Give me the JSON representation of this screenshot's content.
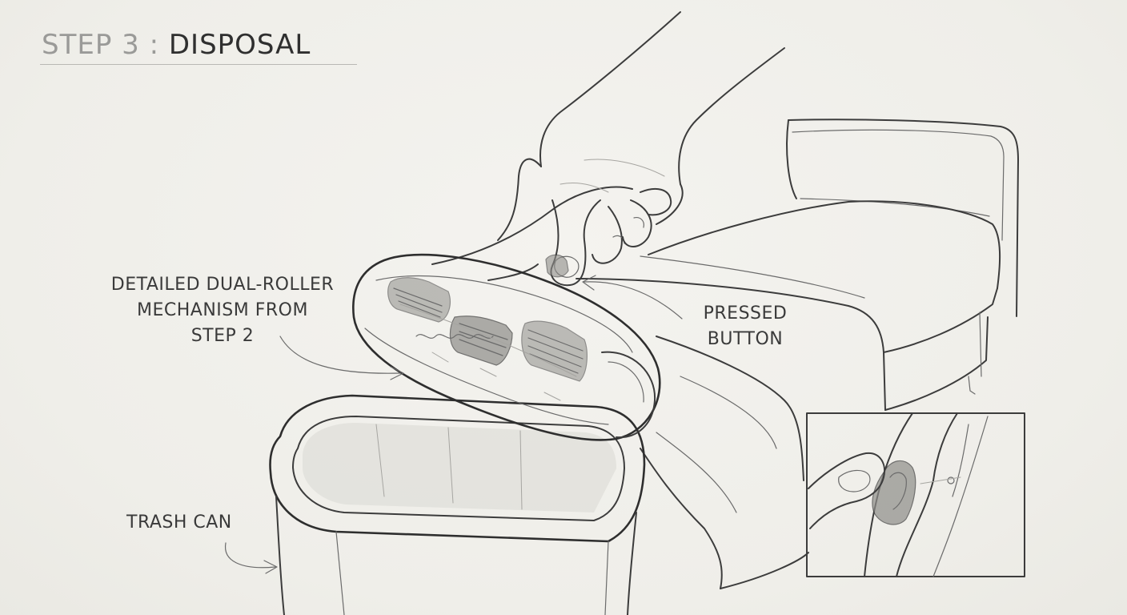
{
  "title": {
    "step": "STEP 3",
    "separator": ":",
    "name": "DISPOSAL"
  },
  "callouts": {
    "mechanism": {
      "lines": [
        "DETAILED DUAL-ROLLER",
        "MECHANISM FROM",
        "STEP 2"
      ]
    },
    "button": {
      "lines": [
        "PRESSED",
        "BUTTON"
      ]
    },
    "trash": {
      "text": "TRASH CAN"
    }
  },
  "colors": {
    "paper": "#f1f0ec",
    "ink": "#3c3c3c",
    "title_light": "#9a9a98"
  },
  "icons": [
    "hand-icon",
    "lint-roller-icon",
    "sofa-icon",
    "trash-can-icon",
    "button-detail-icon"
  ]
}
